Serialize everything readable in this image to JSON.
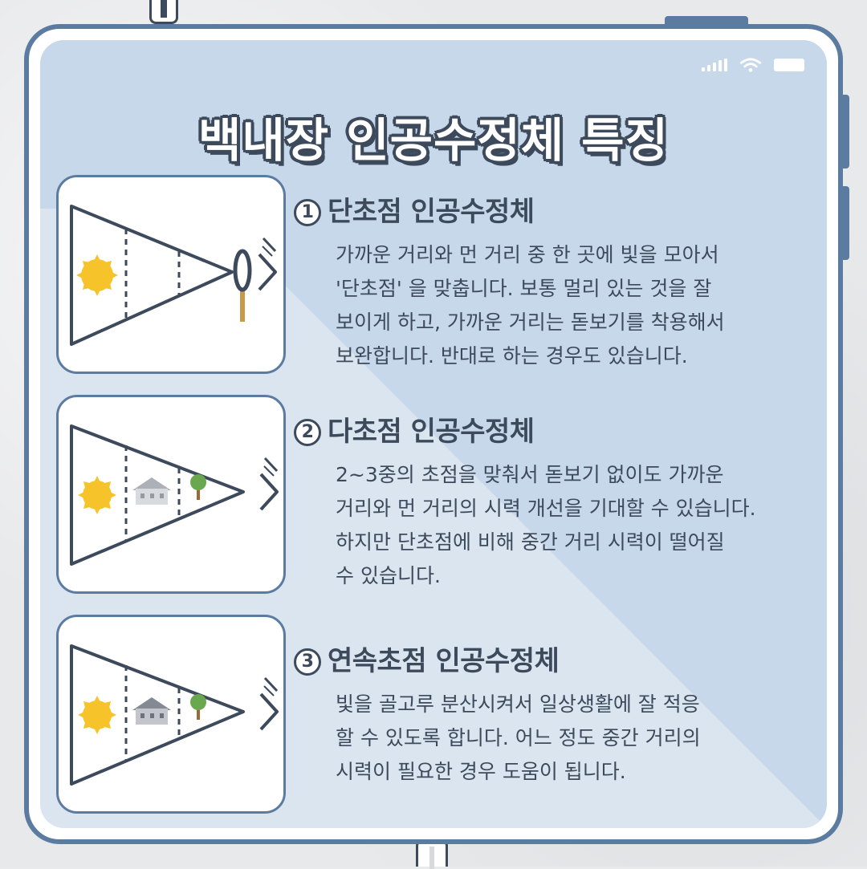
{
  "title": "백내장 인공수정체 특징",
  "sections": [
    {
      "number": "1",
      "title": "단초점 인공수정체",
      "lines": [
        "가까운 거리와 먼 거리 중 한 곳에 빛을 모아서",
        "'단초점' 을 맞춥니다. 보통 멀리 있는 것을 잘",
        "보이게 하고, 가까운 거리는 돋보기를 착용해서",
        "보완합니다. 반대로 하는 경우도 있습니다."
      ],
      "illustration": [
        "sun-icon",
        "magnifier-icon",
        "eye-icon"
      ]
    },
    {
      "number": "2",
      "title": "다초점 인공수정체",
      "lines": [
        "2~3중의 초점을 맞춰서 돋보기 없이도 가까운",
        "거리와 먼 거리의 시력 개선을 기대할 수 있습니다.",
        "하지만 단초점에 비해 중간 거리 시력이 떨어질",
        "수 있습니다."
      ],
      "illustration": [
        "sun-icon",
        "house-icon",
        "tree-icon",
        "eye-icon"
      ]
    },
    {
      "number": "3",
      "title": "연속초점 인공수정체",
      "lines": [
        "빛을 골고루 분산시켜서 일상생활에 잘 적응",
        "할 수 있도록 합니다. 어느 정도 중간 거리의",
        "시력이 필요한 경우 도움이 됩니다."
      ],
      "illustration": [
        "sun-icon",
        "house-icon",
        "tree-icon",
        "eye-icon"
      ]
    }
  ],
  "colors": {
    "frame": "#5b7ba1",
    "text": "#3d4a5c",
    "screen_top": "#c7d8ea",
    "screen_bottom": "#dbe5f0",
    "sun": "#f6c42a"
  }
}
